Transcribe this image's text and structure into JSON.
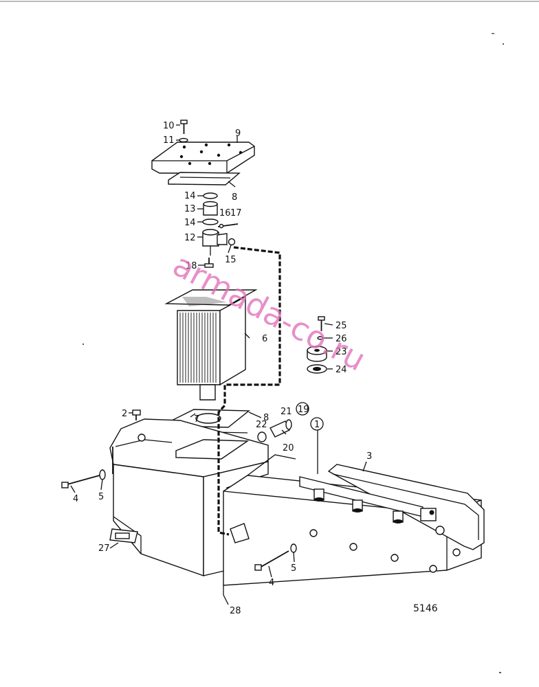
{
  "diagram": {
    "drawing_number": "5146",
    "watermark": "armada-co.ru",
    "callouts": {
      "p1": "1",
      "p2": "2",
      "p3": "3",
      "p4a": "4",
      "p4b": "4",
      "p5a": "5",
      "p5b": "5",
      "p6": "6",
      "p7": "7",
      "p8a": "8",
      "p8b": "8",
      "p9": "9",
      "p10": "10",
      "p11": "11",
      "p12": "12",
      "p13": "13",
      "p14a": "14",
      "p14b": "14",
      "p15": "15",
      "p16": "16",
      "p17": "17",
      "p18": "18",
      "p19": "19",
      "p20": "20",
      "p21": "21",
      "p22": "22",
      "p23": "23",
      "p24": "24",
      "p25": "25",
      "p26": "26",
      "p27": "27",
      "p28": "28"
    }
  }
}
